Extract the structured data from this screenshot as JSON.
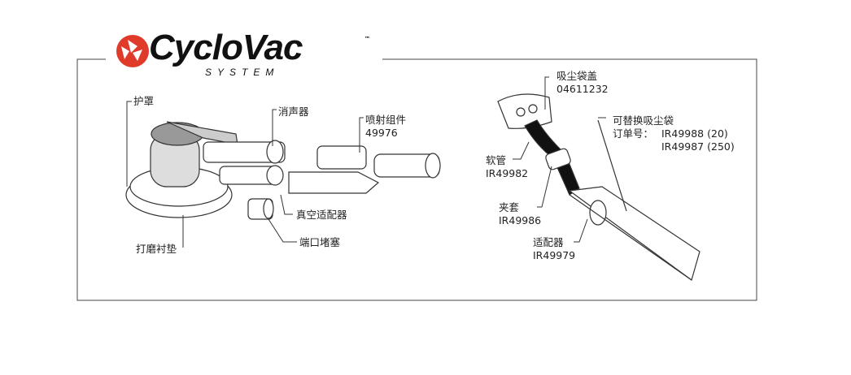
{
  "logo": {
    "name": "CycloVac",
    "sub": "SYSTEM",
    "tm": "™"
  },
  "labels": {
    "shroud": "护罩",
    "muffler": "消声器",
    "ejector": "喷射组件",
    "ejector_no": "49976",
    "vac_adapter": "真空适配器",
    "port_plug": "端口堵塞",
    "pad": "打磨衬垫",
    "bag_cap": "吸尘袋盖",
    "bag_cap_no": "04611232",
    "bag": "可替换吸尘袋",
    "order_no": "订单号：",
    "bag_no_1": "IR49988 (20)",
    "bag_no_2": "IR49987 (250)",
    "hose": "软管",
    "hose_no": "IR49982",
    "clamp": "夹套",
    "clamp_no": "IR49986",
    "adapter": "适配器",
    "adapter_no": "IR49979"
  },
  "colors": {
    "logo_red": "#e03a2a",
    "line": "#333333"
  }
}
